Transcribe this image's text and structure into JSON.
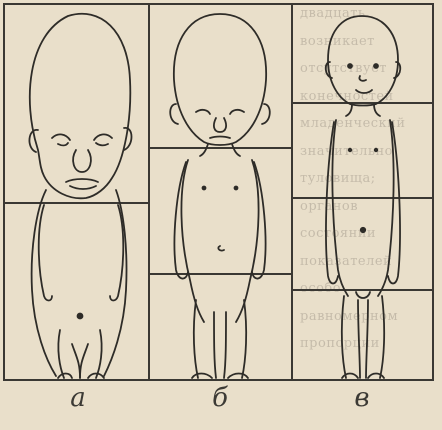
{
  "figure": {
    "panels": [
      {
        "id": "a",
        "label": "а"
      },
      {
        "id": "b",
        "label": "б"
      },
      {
        "id": "c",
        "label": "в"
      }
    ]
  },
  "bleed_through": [
    "двадцать",
    "возникает",
    "отсутствует",
    "конечностей",
    "младенческий",
    "значительно",
    "туловища;",
    "органов",
    "состоянии",
    "показателей",
    "особо",
    "равномерном",
    "пропорции"
  ],
  "colors": {
    "paper": "#e9dfca",
    "ink": "#2e2c28",
    "grid": "#3a3833"
  }
}
